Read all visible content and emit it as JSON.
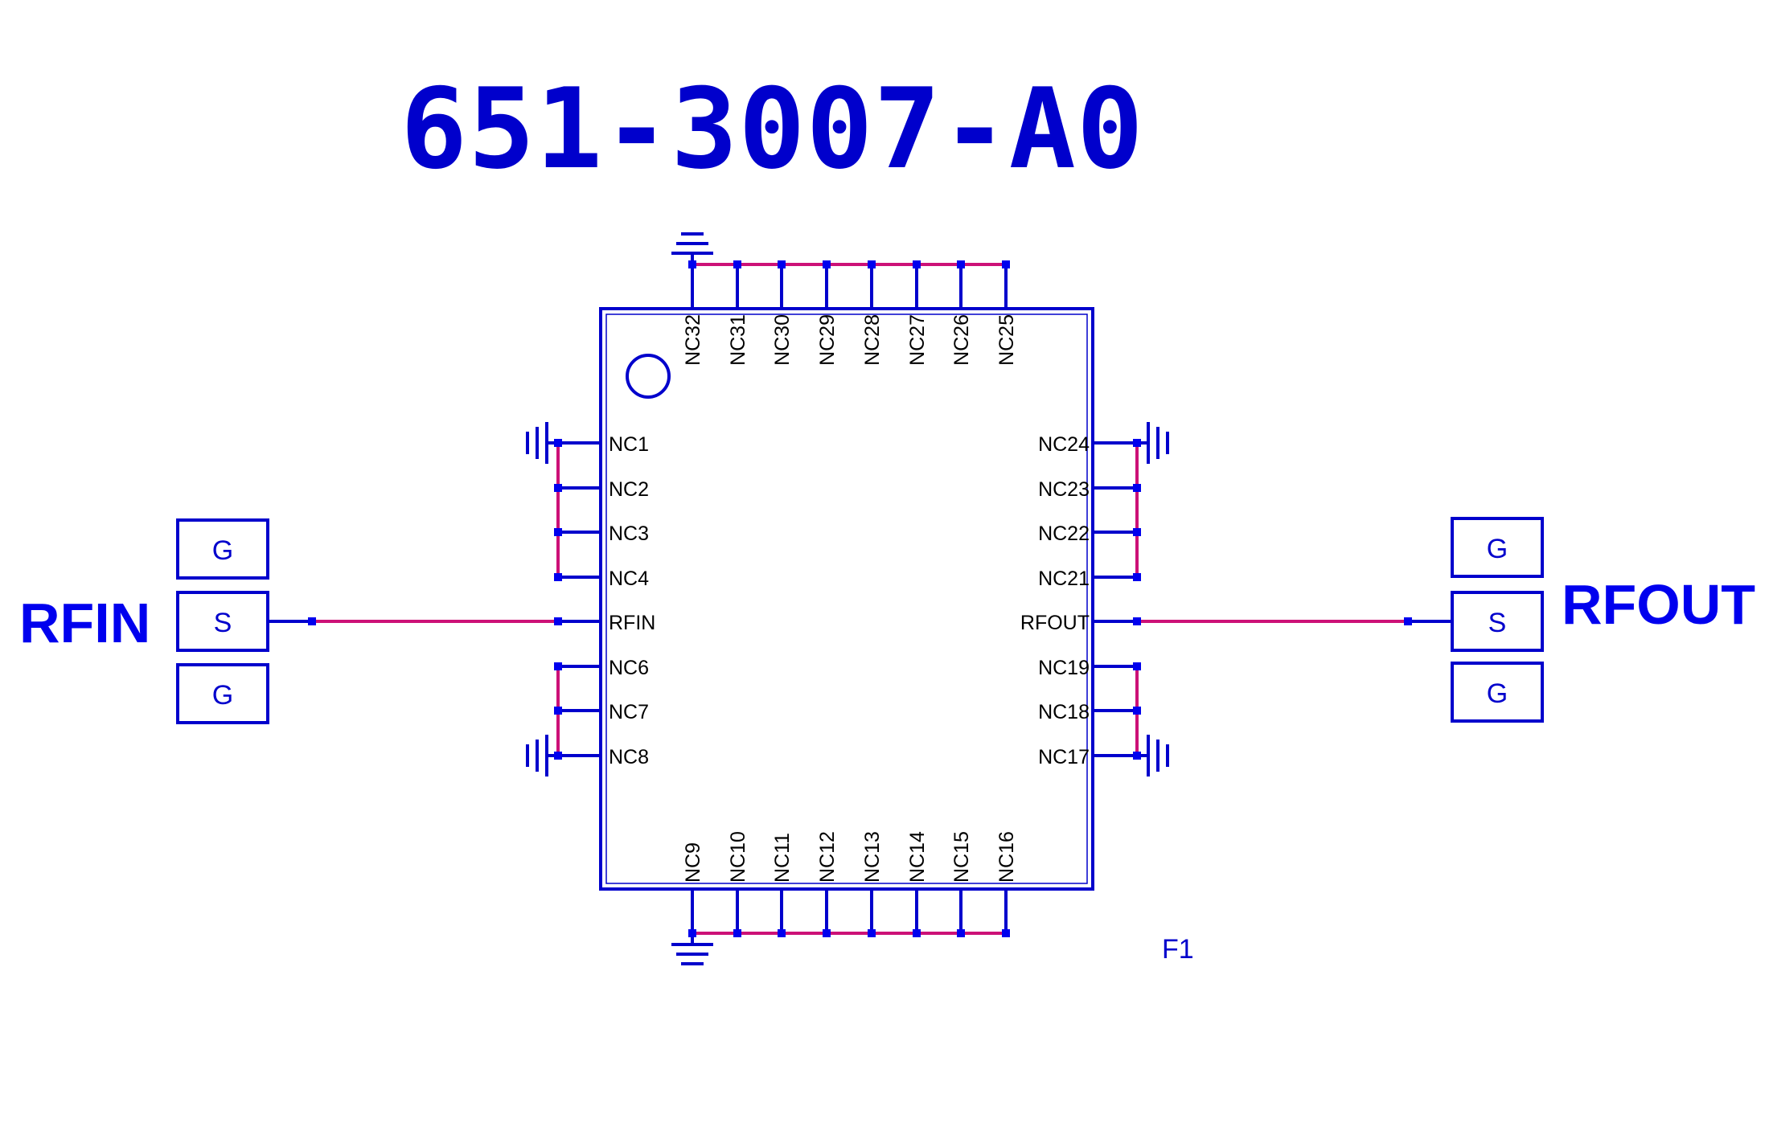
{
  "part_number": "651-3007-A0",
  "ports": {
    "input": {
      "name": "RFIN",
      "pads": [
        "G",
        "S",
        "G"
      ]
    },
    "output": {
      "name": "RFOUT",
      "pads": [
        "G",
        "S",
        "G"
      ]
    }
  },
  "chip": {
    "left_pins": [
      "NC1",
      "NC2",
      "NC3",
      "NC4",
      "RFIN",
      "NC6",
      "NC7",
      "NC8"
    ],
    "bottom_pins": [
      "NC9",
      "NC10",
      "NC11",
      "NC12",
      "NC13",
      "NC14",
      "NC15",
      "NC16"
    ],
    "right_pins": [
      "NC24",
      "NC23",
      "NC22",
      "NC21",
      "RFOUT",
      "NC19",
      "NC18",
      "NC17"
    ],
    "top_pins": [
      "NC32",
      "NC31",
      "NC30",
      "NC29",
      "NC28",
      "NC27",
      "NC26",
      "NC25"
    ]
  },
  "reference_designator": "F1",
  "colors": {
    "component": "#0000cc",
    "wire": "#cc1177",
    "node": "#0000ee",
    "pin_text": "#000000"
  }
}
